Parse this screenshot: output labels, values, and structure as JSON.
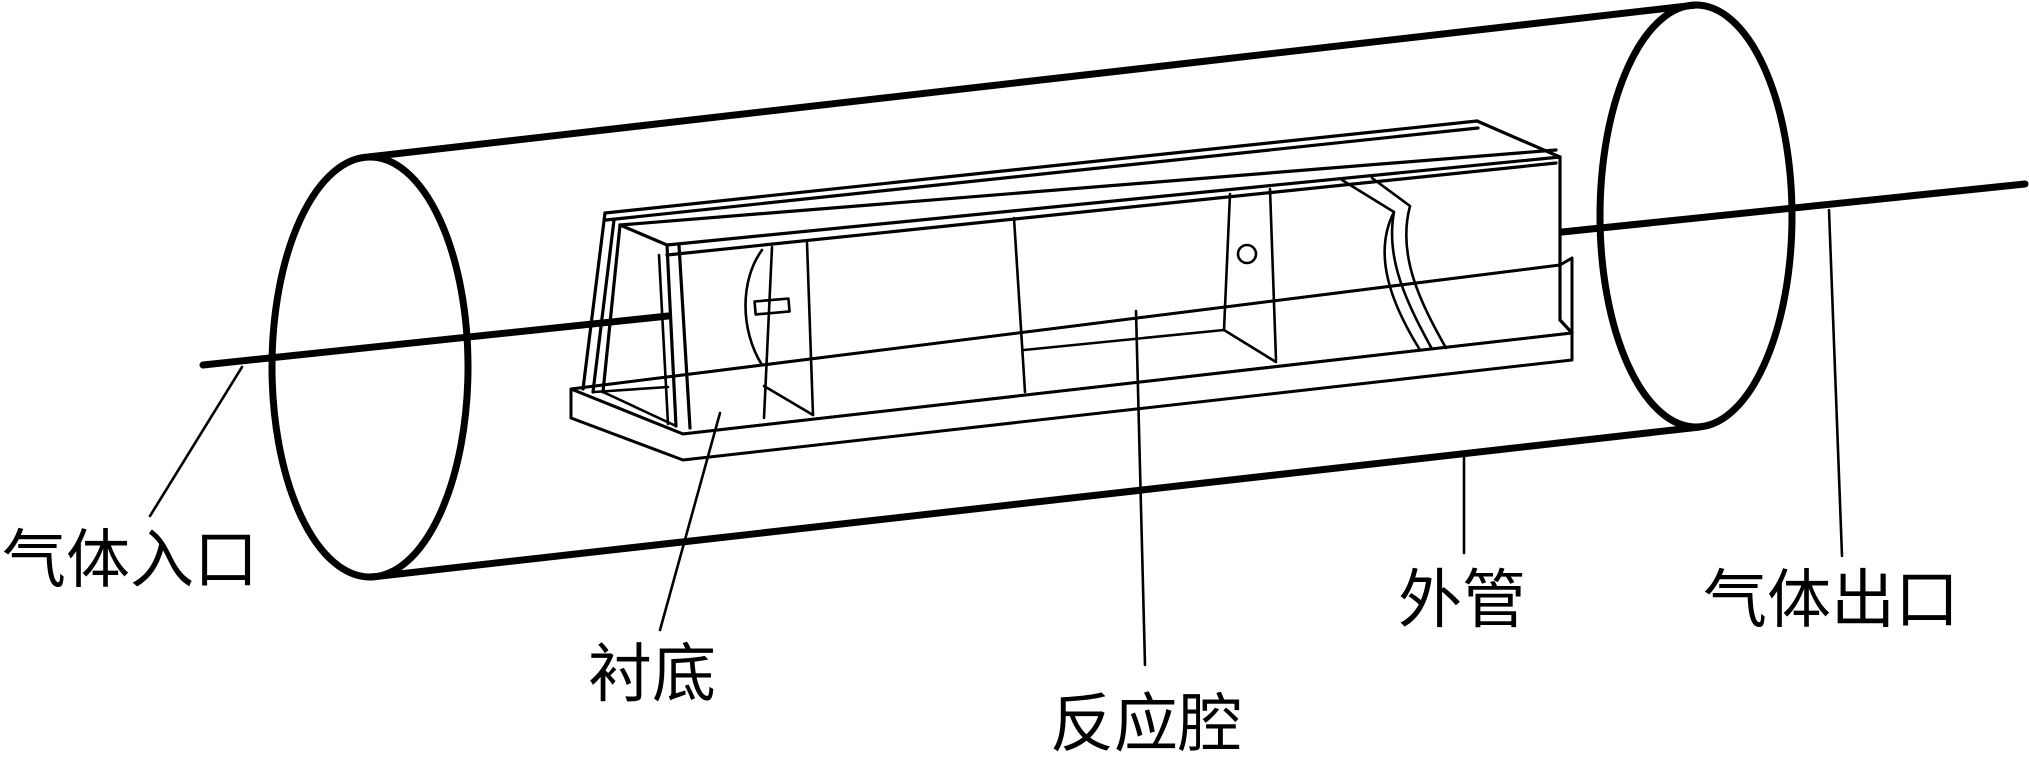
{
  "labels": {
    "gas_inlet": "气体入口",
    "substrate": "衬底",
    "reaction_chamber": "反应腔",
    "outer_tube": "外管",
    "gas_outlet": "气体出口"
  }
}
